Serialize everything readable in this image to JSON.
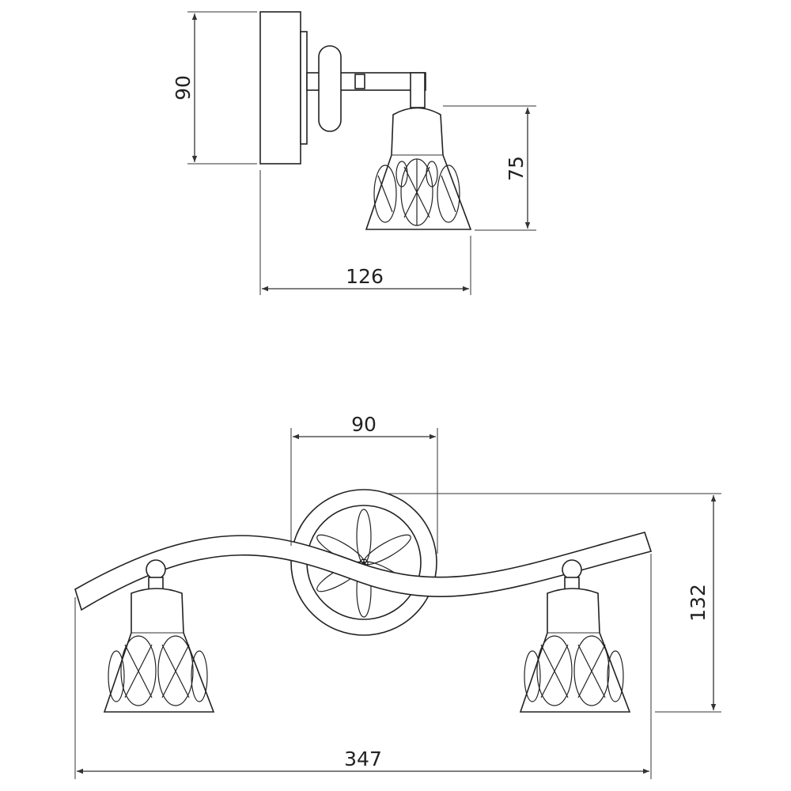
{
  "side_view": {
    "dims": {
      "height": "90",
      "shade_height": "75",
      "depth": "126"
    }
  },
  "front_view": {
    "dims": {
      "base_width": "90",
      "height": "132",
      "total_width": "347"
    }
  }
}
